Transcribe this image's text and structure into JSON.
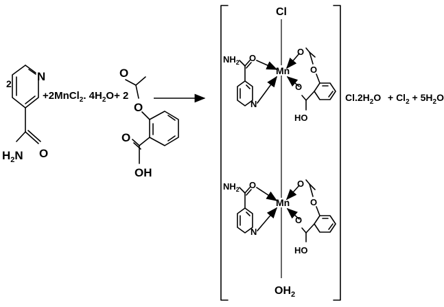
{
  "reaction": {
    "coef_nicotinamide": "2",
    "nicotinamide": {
      "n_label": "N",
      "o_label": "O",
      "amine_label": "H2N"
    },
    "reagent_mncl2": "+2MnCl2. 4H2O+ 2",
    "aspirin": {
      "o_top": "O",
      "o_ester": "O",
      "o_acid": "O",
      "oh": "OH"
    }
  },
  "complex": {
    "cl_top": "Cl",
    "oh2_bottom": "OH2",
    "unit_top": {
      "nh2": "NH2",
      "o_amide": "O",
      "metal": "Mn",
      "n_pyr": "N",
      "o_acetyl": "O",
      "o_ester": "O",
      "o_carbonyl": "O",
      "ho": "HO"
    },
    "unit_bottom": {
      "nh2": "NH2",
      "o_amide": "O",
      "metal": "Mn",
      "n_pyr": "N",
      "o_acetyl": "O",
      "o_ester": "O",
      "o_carbonyl": "O",
      "ho": "HO"
    }
  },
  "counter_ions": "Cl.2H2O",
  "byproducts": "+ Cl2 + 5H2O"
}
